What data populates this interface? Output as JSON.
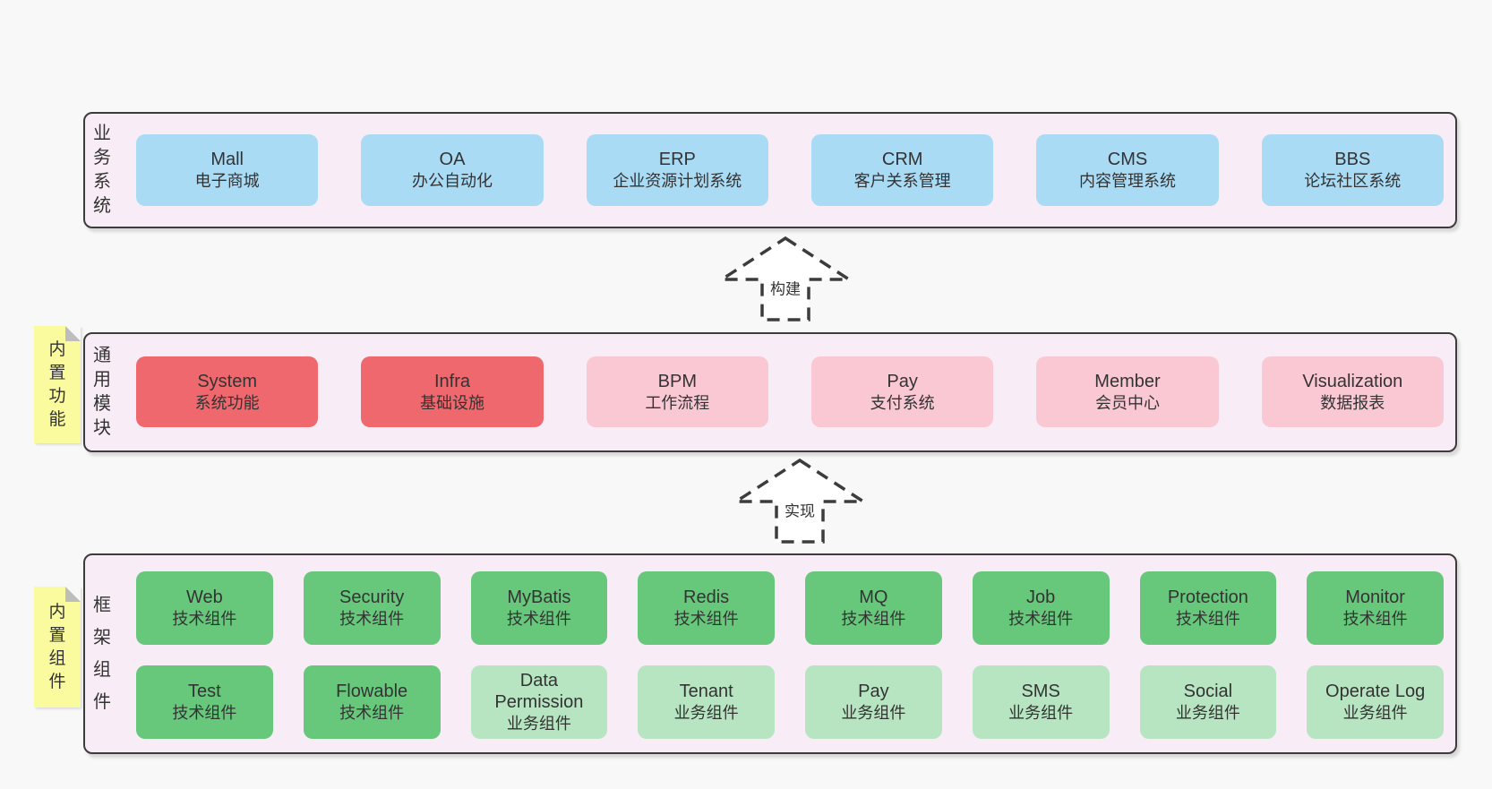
{
  "colors": {
    "page_bg": "#f8f8f8",
    "layer_bg": "#f8edf6",
    "layer_border": "#3c3c3c",
    "text": "#333333",
    "box_blue": "#a9dbf5",
    "box_red": "#ee686d",
    "box_pink": "#fac8d3",
    "box_green": "#67c87c",
    "box_green_light": "#b7e4c1",
    "sticky_yellow": "#fafa9e",
    "sticky_fold": "#bdbdbd",
    "arrow_fill": "#ffffff",
    "arrow_outline": "#3c3c3c"
  },
  "arrows": [
    {
      "label": "构建"
    },
    {
      "label": "实现"
    }
  ],
  "layers": [
    {
      "label": "业务系统",
      "sticky": null,
      "rows": [
        [
          {
            "name": "Mall",
            "desc": "电子商城",
            "color": "blue"
          },
          {
            "name": "OA",
            "desc": "办公自动化",
            "color": "blue"
          },
          {
            "name": "ERP",
            "desc": "企业资源计划系统",
            "color": "blue"
          },
          {
            "name": "CRM",
            "desc": "客户关系管理",
            "color": "blue"
          },
          {
            "name": "CMS",
            "desc": "内容管理系统",
            "color": "blue"
          },
          {
            "name": "BBS",
            "desc": "论坛社区系统",
            "color": "blue"
          }
        ]
      ]
    },
    {
      "label": "通用模块",
      "sticky": "内置功能",
      "rows": [
        [
          {
            "name": "System",
            "desc": "系统功能",
            "color": "red"
          },
          {
            "name": "Infra",
            "desc": "基础设施",
            "color": "red"
          },
          {
            "name": "BPM",
            "desc": "工作流程",
            "color": "pink"
          },
          {
            "name": "Pay",
            "desc": "支付系统",
            "color": "pink"
          },
          {
            "name": "Member",
            "desc": "会员中心",
            "color": "pink"
          },
          {
            "name": "Visualization",
            "desc": "数据报表",
            "color": "pink"
          }
        ]
      ]
    },
    {
      "label": "框架组件",
      "sticky": "内置组件",
      "rows": [
        [
          {
            "name": "Web",
            "desc": "技术组件",
            "color": "green"
          },
          {
            "name": "Security",
            "desc": "技术组件",
            "color": "green"
          },
          {
            "name": "MyBatis",
            "desc": "技术组件",
            "color": "green"
          },
          {
            "name": "Redis",
            "desc": "技术组件",
            "color": "green"
          },
          {
            "name": "MQ",
            "desc": "技术组件",
            "color": "green"
          },
          {
            "name": "Job",
            "desc": "技术组件",
            "color": "green"
          },
          {
            "name": "Protection",
            "desc": "技术组件",
            "color": "green"
          },
          {
            "name": "Monitor",
            "desc": "技术组件",
            "color": "green"
          }
        ],
        [
          {
            "name": "Test",
            "desc": "技术组件",
            "color": "green"
          },
          {
            "name": "Flowable",
            "desc": "技术组件",
            "color": "green"
          },
          {
            "name": "Data Permission",
            "desc": "业务组件",
            "color": "green_light"
          },
          {
            "name": "Tenant",
            "desc": "业务组件",
            "color": "green_light"
          },
          {
            "name": "Pay",
            "desc": "业务组件",
            "color": "green_light"
          },
          {
            "name": "SMS",
            "desc": "业务组件",
            "color": "green_light"
          },
          {
            "name": "Social",
            "desc": "业务组件",
            "color": "green_light"
          },
          {
            "name": "Operate Log",
            "desc": "业务组件",
            "color": "green_light"
          }
        ]
      ]
    }
  ]
}
